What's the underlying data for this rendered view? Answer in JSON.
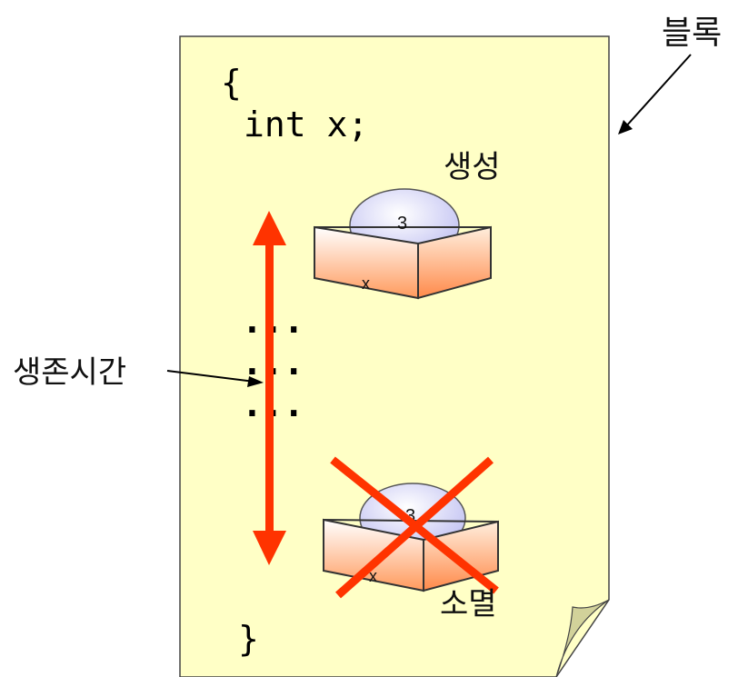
{
  "code": {
    "open_brace": "{",
    "declaration": "int x;",
    "ellipsis_lines": [
      "...",
      "...",
      "..."
    ],
    "close_brace": "}"
  },
  "labels": {
    "block": "블록",
    "created": "생성",
    "lifetime": "생존시간",
    "destroyed": "소멸"
  },
  "variable_box_created": {
    "name": "x",
    "value": "3"
  },
  "variable_box_destroyed": {
    "name": "x",
    "value": "3"
  },
  "colors": {
    "paper": "#ffffc6",
    "lifetime_arrow": "#ff3300",
    "cross": "#ff3300",
    "box_face": "#ff9a66",
    "dome": "#c8c8f8"
  }
}
